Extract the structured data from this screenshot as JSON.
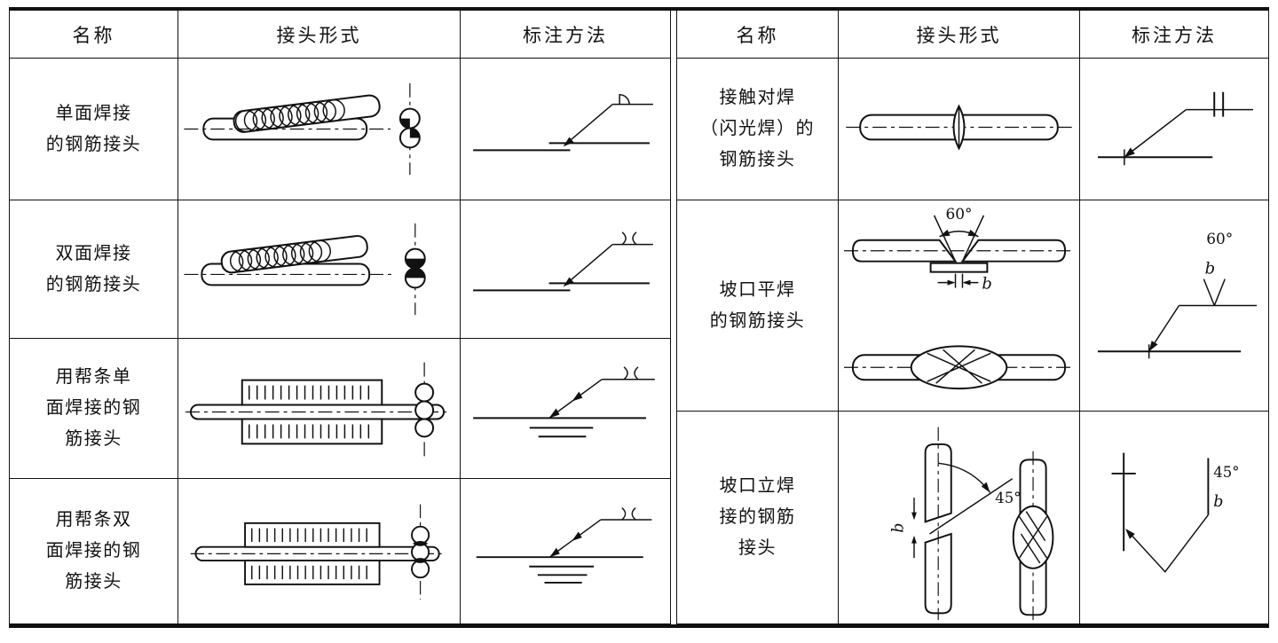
{
  "page": {
    "background": "#ffffff",
    "line_color": "#111111"
  },
  "table": {
    "left": {
      "headers": [
        "名称",
        "接头形式",
        "标注方法"
      ],
      "rows": [
        {
          "name": "单面焊接\n的钢筋接头"
        },
        {
          "name": "双面焊接\n的钢筋接头"
        },
        {
          "name": "用帮条单\n面焊接的钢\n筋接头"
        },
        {
          "name": "用帮条双\n面焊接的钢\n筋接头"
        }
      ]
    },
    "right": {
      "headers": [
        "名称",
        "接头形式",
        "标注方法"
      ],
      "rows": [
        {
          "name": "接触对焊\n（闪光焊）的\n钢筋接头"
        },
        {
          "name": "坡口平焊\n的钢筋接头"
        },
        {
          "name": "坡口立焊\n接的钢筋\n接头"
        }
      ]
    },
    "labels": {
      "angle_60": "60°",
      "angle_45": "45°",
      "gap_b": "b"
    }
  }
}
